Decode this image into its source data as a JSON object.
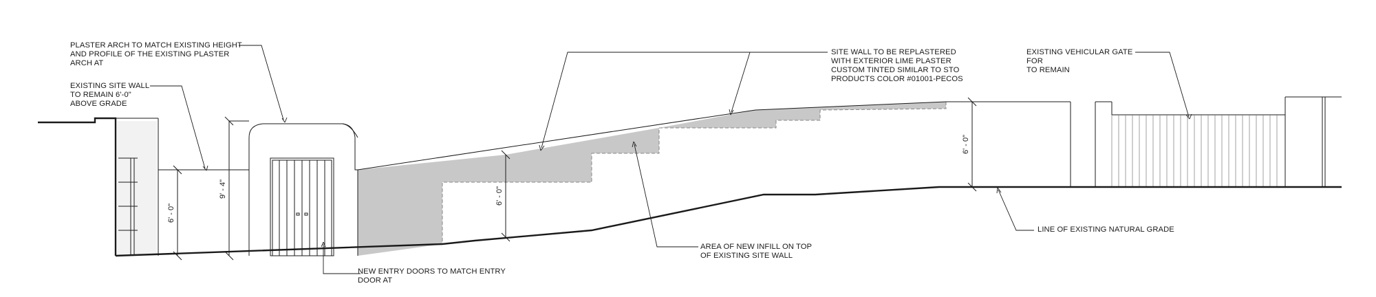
{
  "notes": {
    "plaster_arch": [
      "PLASTER ARCH TO MATCH EXISTING HEIGHT",
      "AND PROFILE OF THE EXISTING PLASTER",
      "ARCH AT"
    ],
    "existing_site_wall": [
      "EXISTING SITE WALL",
      "TO REMAIN 6'-0\"",
      "ABOVE GRADE"
    ],
    "new_entry_doors": [
      "NEW ENTRY DOORS TO MATCH ENTRY",
      "DOOR AT"
    ],
    "site_wall_replaster": [
      "SITE WALL TO BE REPLASTERED",
      "WITH EXTERIOR LIME PLASTER",
      "CUSTOM TINTED SIMILAR TO STO",
      "PRODUCTS COLOR #01001-PECOS"
    ],
    "area_new_infill": [
      "AREA OF NEW INFILL ON TOP",
      "OF EXISTING SITE WALL"
    ],
    "existing_vehicular_gate": [
      "EXISTING VEHICULAR GATE",
      "FOR",
      "TO REMAIN"
    ],
    "natural_grade": [
      "LINE OF EXISTING NATURAL GRADE"
    ]
  },
  "dimensions": {
    "wall_height_left": "6' - 0\"",
    "arch_height": "9' - 4\"",
    "infill_wall_height": "6' - 0\"",
    "right_wall_height": "6' - 0\""
  },
  "colors": {
    "line": "#1a1a1a",
    "infill_fill": "#c8c8c8",
    "infill_dash": "#888888"
  }
}
